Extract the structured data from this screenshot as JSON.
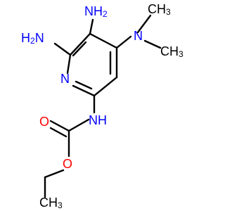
{
  "molecule": {
    "colors": {
      "bond": "#000000",
      "carbon": "#000000",
      "nitrogen": "#0000ff",
      "oxygen": "#ff0000"
    },
    "labels": {
      "nh2_top": {
        "main": "NH",
        "sub": "2"
      },
      "nh2_left": {
        "main": "H",
        "sub": "2",
        "tail": "N"
      },
      "n_dimethyl": {
        "main": "N"
      },
      "ch3_upper": {
        "main": "CH",
        "sub": "3"
      },
      "ch3_lower": {
        "main": "CH",
        "sub": "3"
      },
      "n_ring": {
        "main": "N"
      },
      "nh_carbamate": {
        "main": "NH"
      },
      "o_carbonyl": {
        "main": "O"
      },
      "o_ester": {
        "main": "O"
      },
      "ch3_ethyl": {
        "main": "CH",
        "sub": "3"
      }
    }
  }
}
